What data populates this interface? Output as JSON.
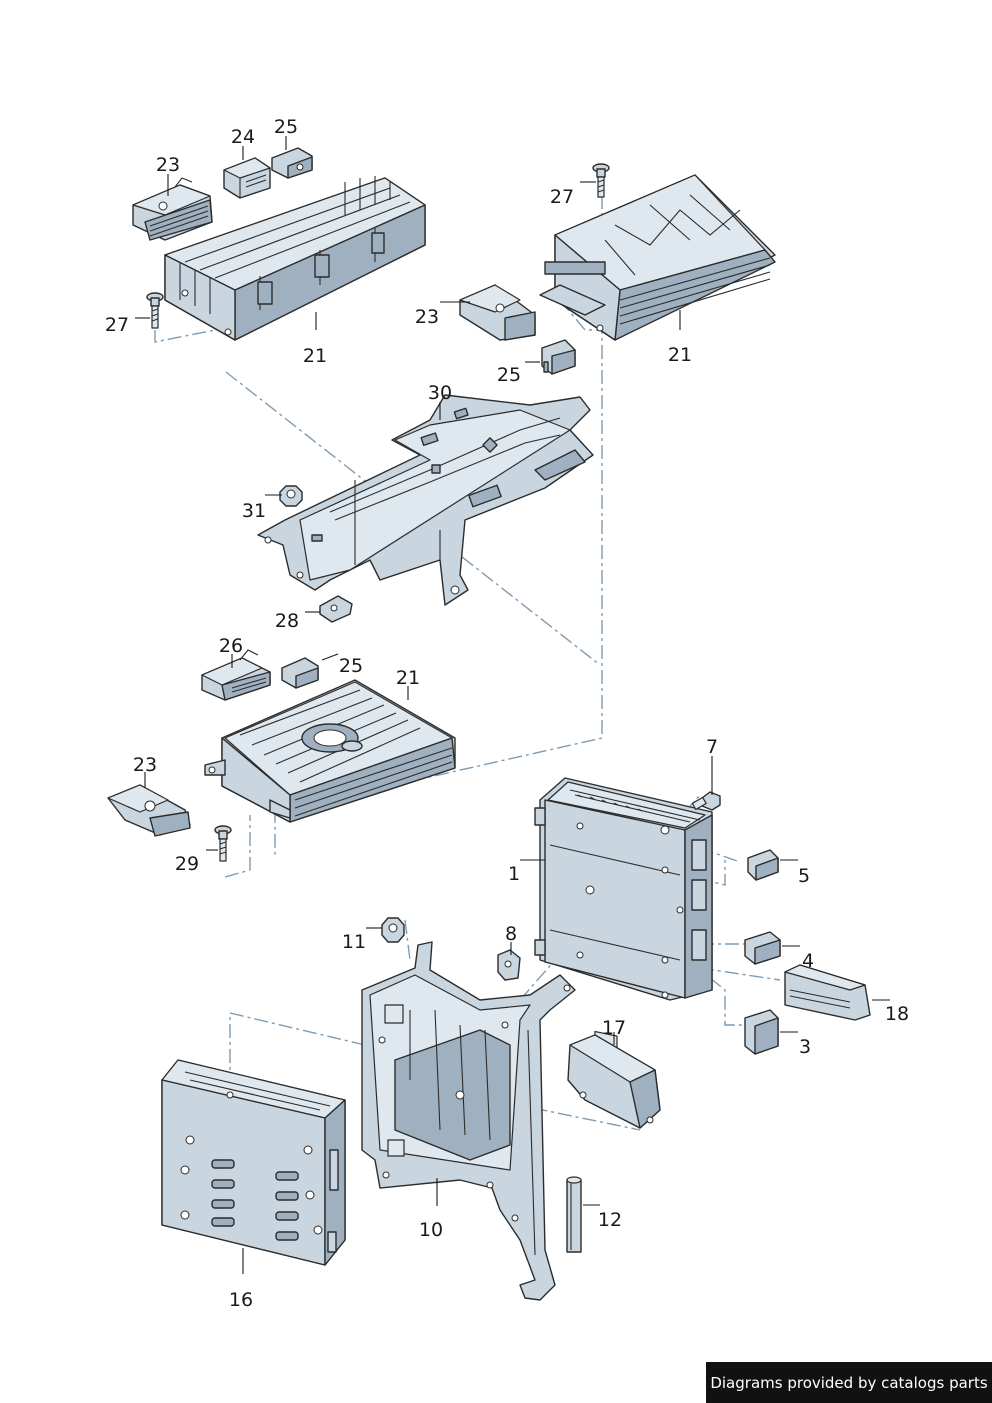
{
  "callouts": [
    {
      "label": "23",
      "name": "callout-23-top"
    },
    {
      "label": "24",
      "name": "callout-24"
    },
    {
      "label": "25",
      "name": "callout-25-top"
    },
    {
      "label": "27",
      "name": "callout-27-left"
    },
    {
      "label": "21",
      "name": "callout-21-left"
    },
    {
      "label": "27",
      "name": "callout-27-right"
    },
    {
      "label": "23",
      "name": "callout-23-right"
    },
    {
      "label": "25",
      "name": "callout-25-right"
    },
    {
      "label": "21",
      "name": "callout-21-right"
    },
    {
      "label": "30",
      "name": "callout-30"
    },
    {
      "label": "31",
      "name": "callout-31"
    },
    {
      "label": "28",
      "name": "callout-28"
    },
    {
      "label": "26",
      "name": "callout-26"
    },
    {
      "label": "25",
      "name": "callout-25-mid"
    },
    {
      "label": "21",
      "name": "callout-21-mid"
    },
    {
      "label": "23",
      "name": "callout-23-mid"
    },
    {
      "label": "29",
      "name": "callout-29"
    },
    {
      "label": "7",
      "name": "callout-7"
    },
    {
      "label": "1",
      "name": "callout-1"
    },
    {
      "label": "5",
      "name": "callout-5"
    },
    {
      "label": "4",
      "name": "callout-4"
    },
    {
      "label": "18",
      "name": "callout-18"
    },
    {
      "label": "3",
      "name": "callout-3"
    },
    {
      "label": "11",
      "name": "callout-11"
    },
    {
      "label": "8",
      "name": "callout-8"
    },
    {
      "label": "17",
      "name": "callout-17"
    },
    {
      "label": "10",
      "name": "callout-10"
    },
    {
      "label": "12",
      "name": "callout-12"
    },
    {
      "label": "16",
      "name": "callout-16"
    }
  ],
  "credit": "Diagrams provided by catalogs parts"
}
